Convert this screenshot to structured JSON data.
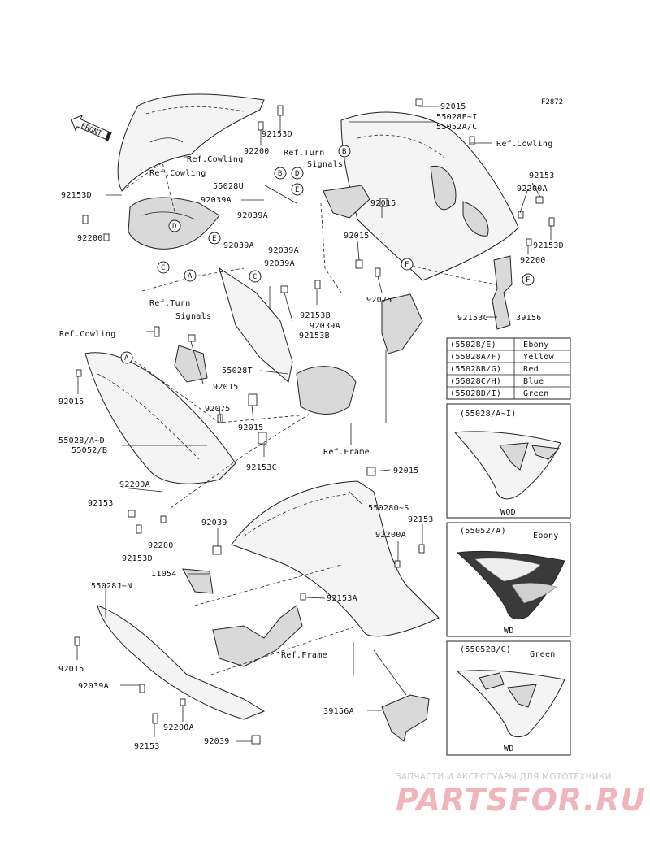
{
  "figure_code": "F2872",
  "front_label": "FRONT",
  "part_labels": {
    "p92015_top": "92015",
    "p55028E_I": "55028E~I",
    "p55052A_C": "55052A/C",
    "p92153D_top": "92153D",
    "p92200_top": "92200",
    "p92153D_left": "92153D",
    "p92200_left": "92200",
    "p55028U": "55028U",
    "p92039A_1": "92039A",
    "p92039A_2": "92039A",
    "p92039A_3": "92039A",
    "p92039A_4": "92039A",
    "p92039A_5": "92039A",
    "p92153_r": "92153",
    "p92200A_r": "92200A",
    "p92015_mid": "92015",
    "p92015_mid2": "92015",
    "p92153D_r": "92153D",
    "p92200_r": "92200",
    "p92075_r": "92075",
    "p92153C_r": "92153C",
    "p39156": "39156",
    "p92153B_1": "92153B",
    "p92153B_2": "92153B",
    "p92039A_6": "92039A",
    "p55028T": "55028T",
    "p92015_l2": "92015",
    "p92015_l1": "92015",
    "p92075_l": "92075",
    "p92015_l3": "92015",
    "p55028_AD": "55028/A~D",
    "p55052_B": "55052/B",
    "p92153C_l": "92153C",
    "p92200A_l": "92200A",
    "p92153_l": "92153",
    "p92200_l2": "92200",
    "p92153D_l2": "92153D",
    "p92015_low": "92015",
    "p550280_S": "550280~S",
    "p92153_low": "92153",
    "p92200A_low": "92200A",
    "p92039_low": "92039",
    "p11054": "11054",
    "p55028J_N": "55028J~N",
    "p92153A": "92153A",
    "p92015_ll": "92015",
    "p92039A_ll": "92039A",
    "p39156A": "39156A",
    "p92200A_ll": "92200A",
    "p92153_ll": "92153",
    "p92039_ll": "92039"
  },
  "reference_labels": {
    "ref_cowling_1": "Ref.Cowling",
    "ref_cowling_2": "Ref.Cowling",
    "ref_cowling_3": "Ref.Cowling",
    "ref_cowling_4": "Ref.Cowling",
    "ref_turn_1a": "Ref.Turn",
    "ref_turn_1b": "Signals",
    "ref_turn_2a": "Ref.Turn",
    "ref_turn_2b": "Signals",
    "ref_frame_1": "Ref.Frame",
    "ref_frame_2": "Ref.Frame"
  },
  "callouts": [
    "A",
    "A",
    "B",
    "B",
    "C",
    "C",
    "D",
    "D",
    "E",
    "E",
    "F",
    "F"
  ],
  "color_table": [
    {
      "code": "(55028/E)",
      "color": "Ebony"
    },
    {
      "code": "(55028A/F)",
      "color": "Yellow"
    },
    {
      "code": "(55028B/G)",
      "color": "Red"
    },
    {
      "code": "(55028C/H)",
      "color": "Blue"
    },
    {
      "code": "(55028D/I)",
      "color": "Green"
    }
  ],
  "variant_boxes": [
    {
      "title": "(55028/A~I)",
      "color": "",
      "caption": "WOD"
    },
    {
      "title": "(55052/A)",
      "color": "Ebony",
      "caption": "WD"
    },
    {
      "title": "(55052B/C)",
      "color": "Green",
      "caption": "WD"
    }
  ],
  "watermark": {
    "subtitle": "ЗАПЧАСТИ И АКСЕССУАРЫ ДЛЯ МОТОТЕХНИКИ",
    "brand": "PARTSFOR.RU"
  },
  "colors": {
    "ink": "#222222",
    "watermark_red": "#d73c4b"
  }
}
